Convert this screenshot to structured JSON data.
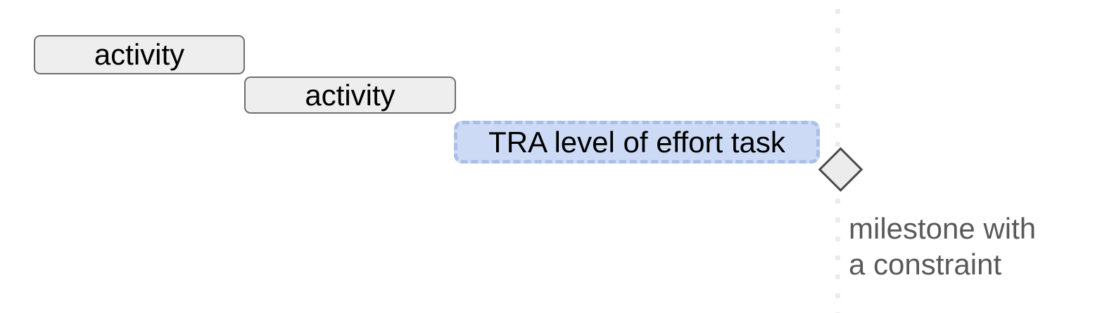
{
  "diagram": {
    "kind": "gantt-schedule-fragment",
    "background": "#ffffff"
  },
  "tasks": [
    {
      "label": "activity",
      "kind": "activity",
      "fill": "#eeeeee",
      "border_color": "#6e6e6e",
      "border_style": "solid"
    },
    {
      "label": "activity",
      "kind": "activity",
      "fill": "#eeeeee",
      "border_color": "#6e6e6e",
      "border_style": "solid"
    },
    {
      "label": "TRA level of effort task",
      "kind": "level-of-effort",
      "fill": "#ccdaf5",
      "border_color": "#a9bee9",
      "border_style": "dashed"
    }
  ],
  "milestone": {
    "shape": "diamond",
    "fill": "#ececec",
    "border_color": "#4a4a4a",
    "constraint_line_color": "#ececec",
    "constraint_line_style": "dotted",
    "annotation": [
      "milestone with",
      "a constraint"
    ],
    "annotation_color": "#595959"
  }
}
